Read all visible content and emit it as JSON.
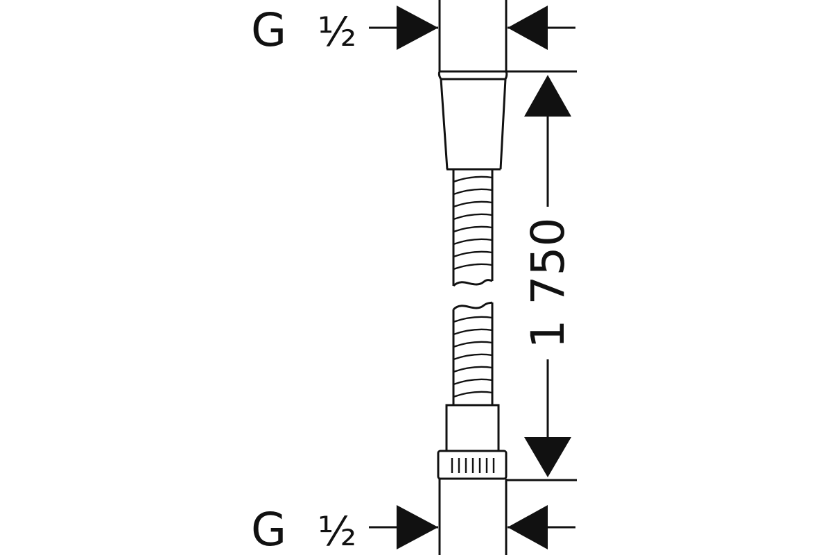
{
  "top_thread_label": {
    "letter": "G",
    "size": "½"
  },
  "bottom_thread_label": {
    "letter": "G",
    "size": "½"
  },
  "length_dimension": "1 750",
  "colors": {
    "line": "#111111",
    "background": "#ffffff"
  }
}
